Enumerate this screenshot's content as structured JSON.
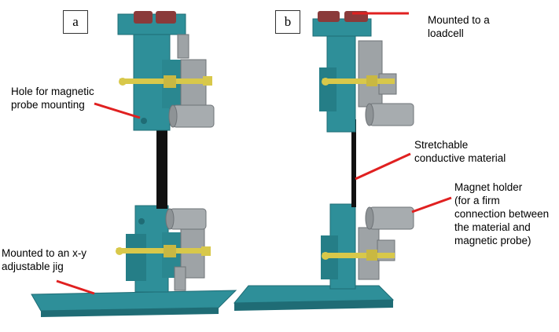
{
  "panels": [
    {
      "id": "a",
      "label": "a"
    },
    {
      "id": "b",
      "label": "b"
    }
  ],
  "callouts": [
    {
      "id": "hole",
      "text": "Hole for magnetic\nprobe mounting"
    },
    {
      "id": "jig",
      "text": "Mounted to an x-y\nadjustable jig"
    },
    {
      "id": "loadcell",
      "text": "Mounted to a\nloadcell"
    },
    {
      "id": "material",
      "text": "Stretchable\nconductive material"
    },
    {
      "id": "magnet",
      "text": "Magnet holder\n(for a firm\nconnection between\nthe material and\nmagnetic probe)"
    }
  ],
  "colors": {
    "teal": "#2e8f99",
    "teal_dark": "#1f6c75",
    "grey": "#9ea3a6",
    "grey_dark": "#6e7377",
    "screw": "#d8c84a",
    "cap": "#8a3a3a",
    "strip": "#111111",
    "leader": "#e02020"
  }
}
